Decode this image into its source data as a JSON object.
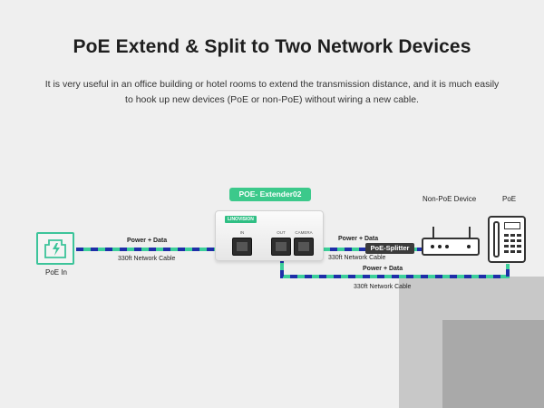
{
  "title": "PoE Extend & Split to Two Network Devices",
  "description": "It is very useful in an office building or hotel rooms to extend the transmission distance, and it is much easily to hook up new devices (PoE or non-PoE) without wiring a new cable.",
  "colors": {
    "accent": "#3cc98b",
    "cable_blue": "#1e2fa8",
    "cable_green": "#3ccf9a"
  },
  "left_link": {
    "power_label": "Power + Data",
    "cable_label": "330ft Network Cable"
  },
  "poe_in": {
    "label": "PoE In",
    "icon": "ethernet-port-icon"
  },
  "extender": {
    "badge": "POE- Extender02",
    "brand": "LINOVISION",
    "ports": [
      "IN",
      "OUT",
      "CAMERA"
    ]
  },
  "right_top_link": {
    "power_label": "Power + Data",
    "cable_label": "330ft Network Cable"
  },
  "right_bottom_link": {
    "power_label": "Power + Data",
    "cable_label": "330ft Network Cable"
  },
  "splitter": {
    "label": "PoE-Splitter"
  },
  "non_poe_device": {
    "label": "Non-PoE Device",
    "icon": "router-icon"
  },
  "poe_device": {
    "label": "PoE",
    "icon": "ip-phone-icon"
  }
}
